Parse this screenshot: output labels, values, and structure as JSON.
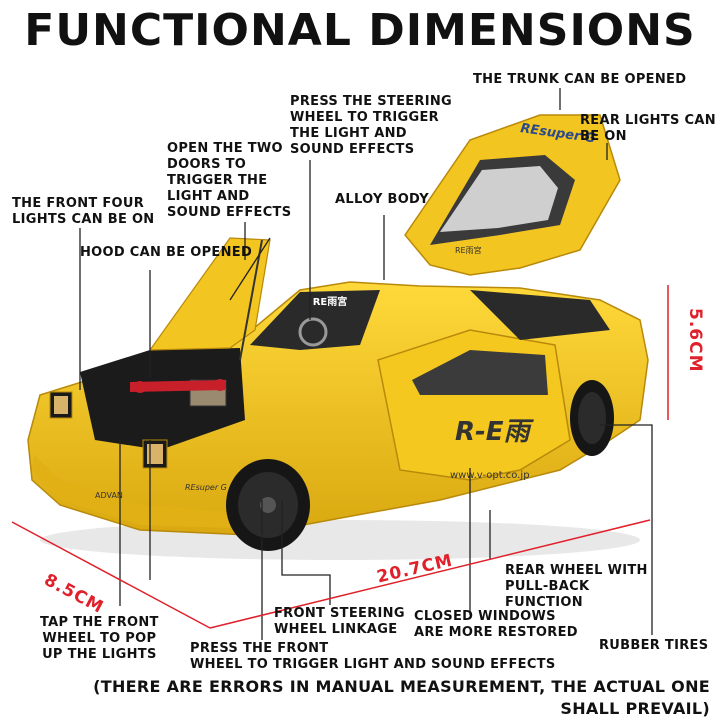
{
  "title": "FUNCTIONAL DIMENSIONS",
  "labels": {
    "trunk": "THE TRUNK CAN BE OPENED",
    "steering_press": "PRESS THE STEERING\nWHEEL TO TRIGGER\nTHE LIGHT AND\nSOUND EFFECTS",
    "rear_lights": "REAR LIGHTS CAN\nBE ON",
    "doors": "OPEN THE TWO\nDOORS TO\nTRIGGER THE\nLIGHT AND\nSOUND EFFECTS",
    "front_lights": "THE FRONT FOUR\nLIGHTS CAN BE ON",
    "alloy": "ALLOY BODY",
    "hood": "HOOD CAN BE OPENED",
    "tap_wheel": "TAP THE FRONT\nWHEEL TO POP\nUP THE LIGHTS",
    "steering_linkage": "FRONT STEERING\nWHEEL LINKAGE",
    "press_front": "PRESS THE FRONT\nWHEEL TO TRIGGER LIGHT AND SOUND EFFECTS",
    "windows": "CLOSED WINDOWS\nARE MORE RESTORED",
    "pullback": "REAR WHEEL WITH\nPULL-BACK\nFUNCTION",
    "tires": "RUBBER TIRES"
  },
  "dimensions": {
    "width": "8.5CM",
    "length": "20.7CM",
    "height": "5.6CM"
  },
  "footer": "(THERE ARE ERRORS IN MANUAL MEASUREMENT, THE ACTUAL ONE\nSHALL PREVAIL)",
  "car_text": {
    "spoiler": "REsuper G",
    "windshield": "RE雨宮",
    "door_logo": "R-E雨",
    "url": "www.v-opt.co.jp",
    "side": "REsuper G",
    "front": "ADVAN",
    "trunk_sticker": "RE雨宮"
  },
  "colors": {
    "body": "#f2c41a",
    "dimension": "#e0202a"
  }
}
